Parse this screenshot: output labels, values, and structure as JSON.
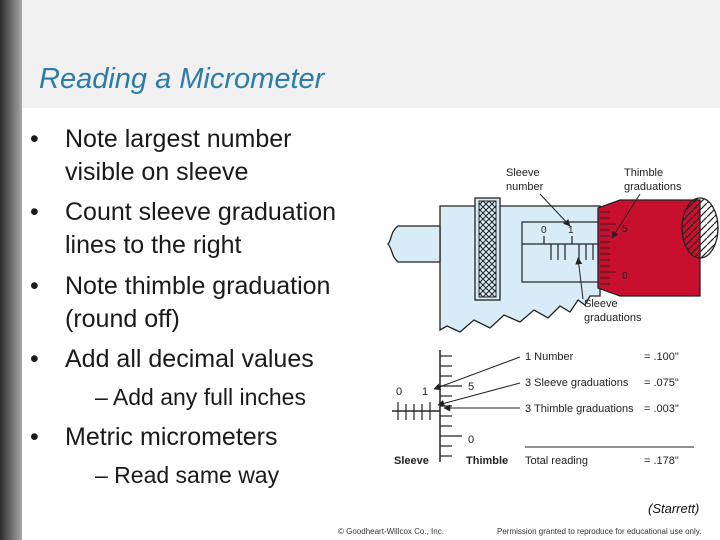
{
  "slide": {
    "title": "Reading a Micrometer",
    "bullets": [
      {
        "lines": [
          "Note largest number",
          "visible on sleeve"
        ]
      },
      {
        "lines": [
          "Count sleeve graduation",
          "lines to the right"
        ]
      },
      {
        "lines": [
          "Note thimble graduation",
          "(round off)"
        ]
      },
      {
        "lines": [
          "Add all decimal values"
        ]
      }
    ],
    "sub_bullet_1": "– Add any full inches",
    "bullet_5": "Metric micrometers",
    "sub_bullet_2": "– Read same way",
    "bullet_char": "•",
    "credit": "(Starrett)",
    "footer_left": "© Goodheart-Willcox Co., Inc.",
    "footer_right": "Permission granted to reproduce for educational use only."
  },
  "diagram": {
    "callouts": {
      "sleeve_number": [
        "Sleeve",
        "number"
      ],
      "thimble_graduations": [
        "Thimble",
        "graduations"
      ],
      "sleeve_graduations": [
        "Sleeve",
        "graduations"
      ]
    },
    "sleeve_digits": [
      "0",
      "1"
    ],
    "thimble_digits": [
      "5",
      "0"
    ],
    "detail_sleeve_digits": [
      "0",
      "1"
    ],
    "detail_thimble_digits": [
      "5",
      "0"
    ],
    "detail_labels": {
      "sleeve": "Sleeve",
      "thimble": "Thimble"
    },
    "reading_rows": [
      {
        "label": "1 Number",
        "value": "= .100\""
      },
      {
        "label": "3 Sleeve graduations",
        "value": "= .075\""
      },
      {
        "label": "3 Thimble graduations",
        "value": "= .003\""
      }
    ],
    "total": {
      "label": "Total reading",
      "value": "= .178\""
    },
    "colors": {
      "title": "#2b7ca6",
      "sleeve": "#d8ecf7",
      "thimble": "#c8102e",
      "outline": "#222222"
    }
  }
}
